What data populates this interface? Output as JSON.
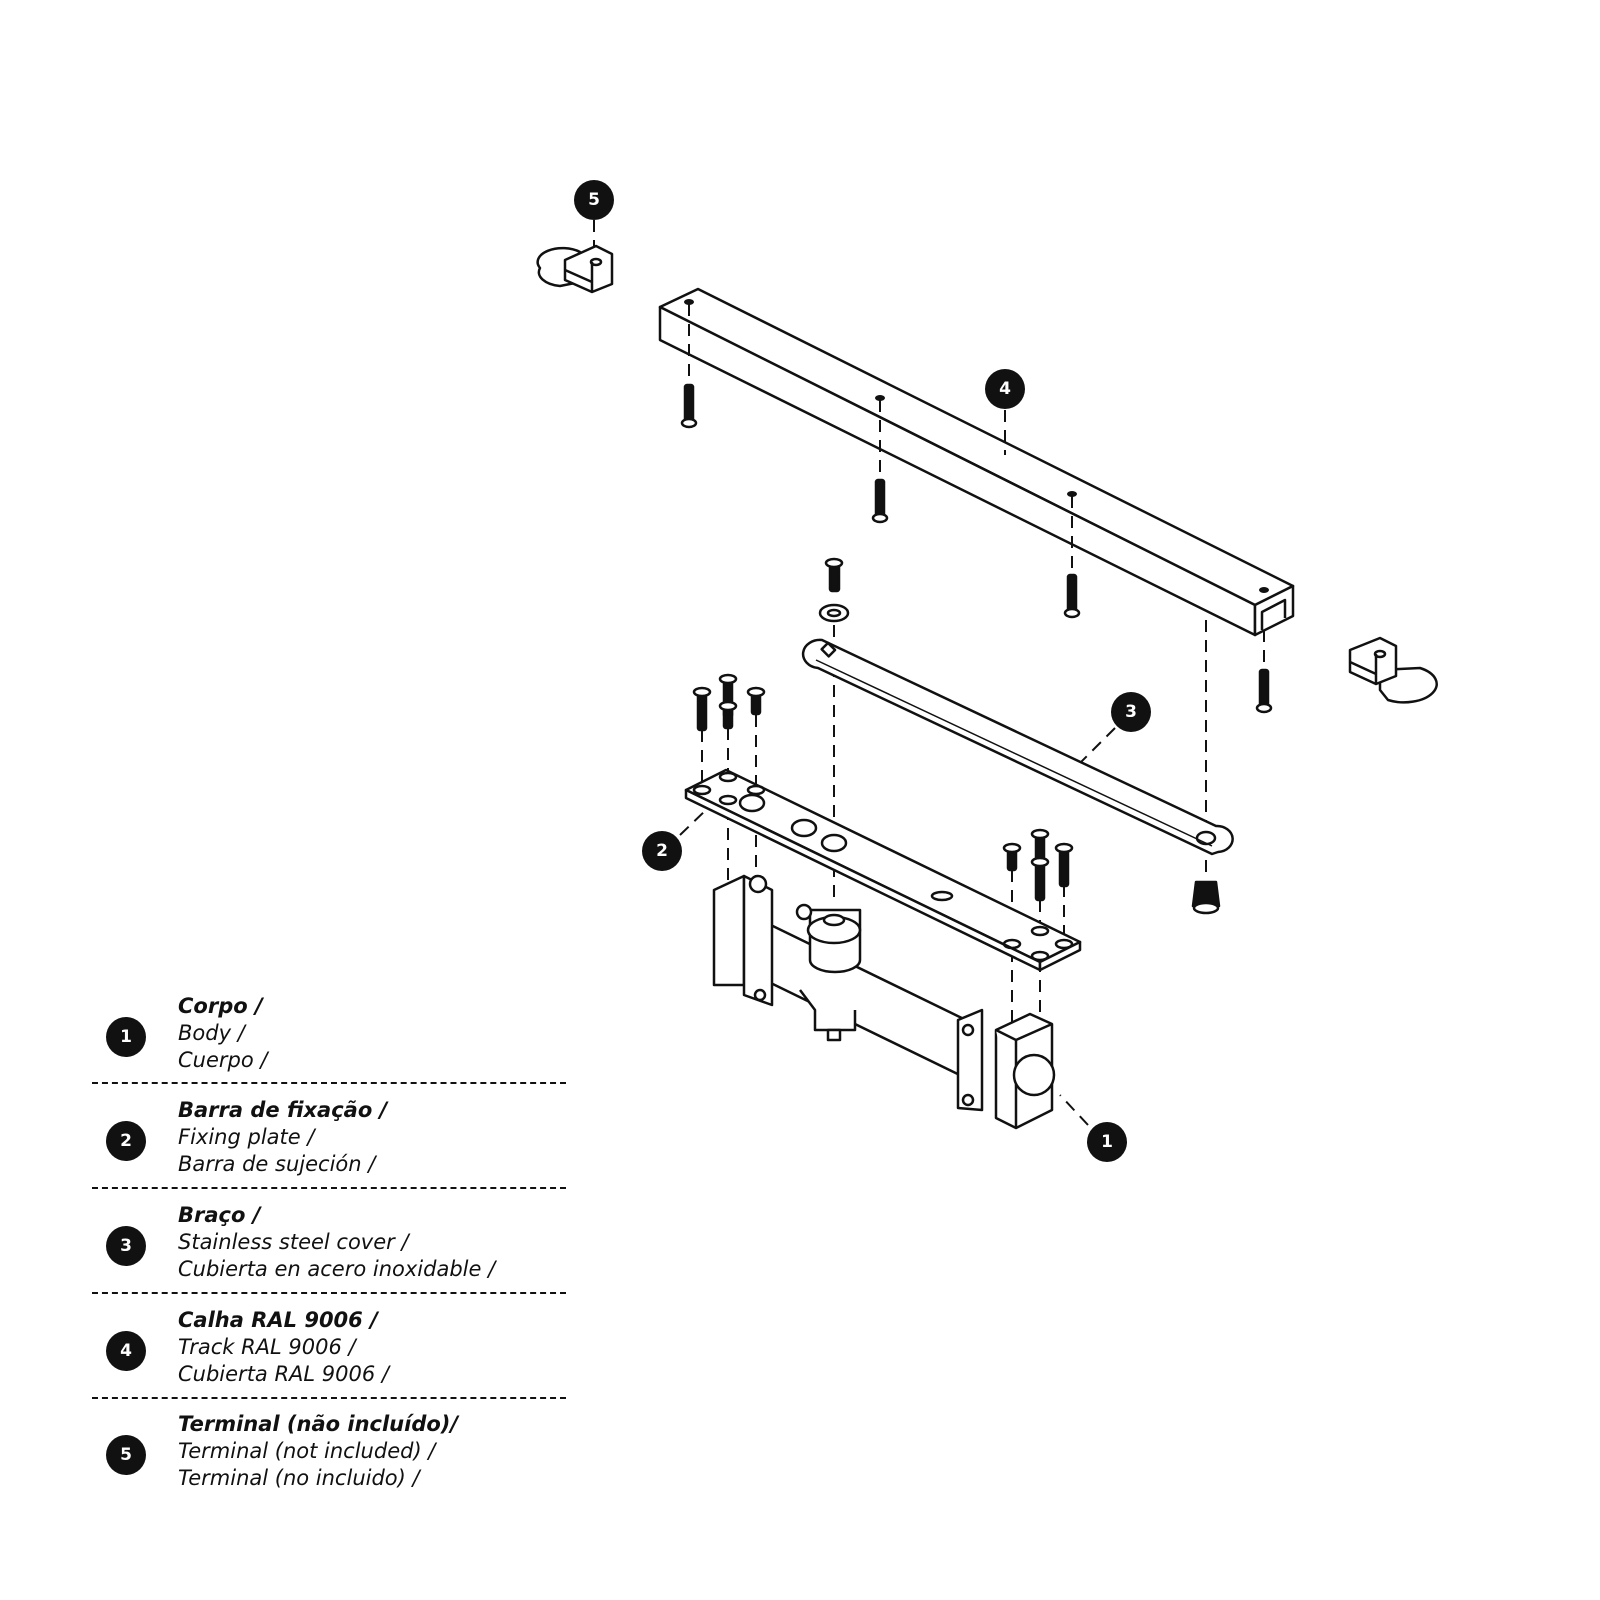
{
  "callouts": [
    "1",
    "2",
    "3",
    "4",
    "5"
  ],
  "legend": [
    {
      "number": "1",
      "lines": [
        "Corpo /",
        "Body /",
        "Cuerpo /"
      ]
    },
    {
      "number": "2",
      "lines": [
        "Barra de fixação /",
        "Fixing plate /",
        "Barra de sujeción /"
      ]
    },
    {
      "number": "3",
      "lines": [
        "Braço /",
        "Stainless steel cover /",
        "Cubierta en acero inoxidable /"
      ]
    },
    {
      "number": "4",
      "lines": [
        "Calha RAL 9006 /",
        "Track RAL 9006 /",
        "Cubierta RAL 9006 /"
      ]
    },
    {
      "number": "5",
      "lines": [
        "Terminal (não incluído)/",
        "Terminal (not included) /",
        "Terminal (no incluido) /"
      ]
    }
  ],
  "colors": {
    "ink": "#111111",
    "background": "#ffffff"
  }
}
